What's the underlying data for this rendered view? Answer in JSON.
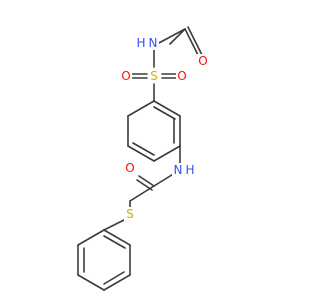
{
  "molecule": {
    "atoms": {
      "o_acetyl": {
        "label": "O",
        "color": "#ff0d0d"
      },
      "n_amide_top": {
        "label": "N",
        "color": "#3050f8"
      },
      "h_amide_top": {
        "label": "H",
        "color": "#3050f8"
      },
      "o_sulfonyl_left": {
        "label": "O",
        "color": "#ff0d0d"
      },
      "s_sulfonyl": {
        "label": "S",
        "color": "#c8b400"
      },
      "o_sulfonyl_right": {
        "label": "O",
        "color": "#ff0d0d"
      },
      "o_amide": {
        "label": "O",
        "color": "#ff0d0d"
      },
      "n_amide": {
        "label": "N",
        "color": "#3050f8"
      },
      "h_amide": {
        "label": "H",
        "color": "#3050f8"
      },
      "s_thioether": {
        "label": "S",
        "color": "#c8b400"
      }
    },
    "bond_color": "#3a3a3a"
  }
}
